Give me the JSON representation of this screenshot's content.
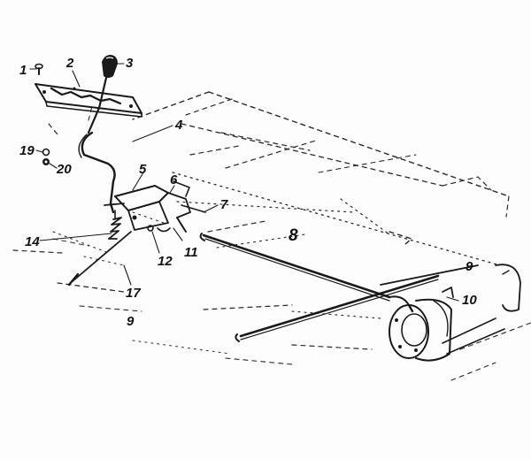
{
  "diagram": {
    "callouts": {
      "c1": "1",
      "c2": "2",
      "c3": "3",
      "c4": "4",
      "c5": "5",
      "c6": "6",
      "c7": "7",
      "c8": "8",
      "c9a": "9",
      "c9b": "9",
      "c10": "10",
      "c11": "11",
      "c12": "12",
      "c14": "14",
      "c17": "17",
      "c19": "19",
      "c20": "20"
    },
    "colors": {
      "ink": "#1a1a1a",
      "paper": "#fdfdfd"
    }
  }
}
